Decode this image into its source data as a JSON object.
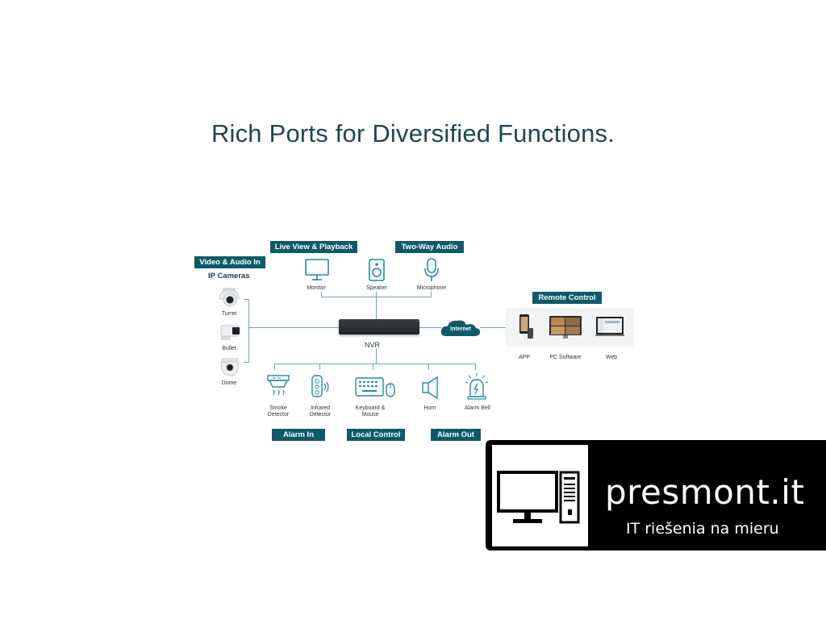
{
  "title": "Rich Ports for Diversified Functions.",
  "groups": {
    "video_audio_in": "Video & Audio In",
    "ip_cameras": "IP Cameras",
    "live_view": "Live View & Playback",
    "two_way_audio": "Two-Way Audio",
    "remote_control": "Remote Control",
    "alarm_in": "Alarm In",
    "local_control": "Local Control",
    "alarm_out": "Alarm Out"
  },
  "cameras": [
    "Turret",
    "Bullet",
    "Dome"
  ],
  "outputs": {
    "monitor": "Monitor",
    "speaker": "Speaker",
    "microphone": "Microphone"
  },
  "center": {
    "nvr": "NVR",
    "internet": "Internet"
  },
  "remote": {
    "app": "APP",
    "pc": "PC Software",
    "web": "Web"
  },
  "devices": {
    "smoke": "Smoke\nDetector",
    "infrared": "Infrared\nDetector",
    "keyboard": "Keyboard &\nMouse",
    "horn": "Horn",
    "alarm_bell": "Alarm Bell"
  },
  "badge": {
    "name": "presmont.it",
    "tagline": "IT riešenia na mieru"
  },
  "colors": {
    "accent": "#0e5a6a",
    "line": "#6aa7b6",
    "icon": "#1d8ea0"
  }
}
